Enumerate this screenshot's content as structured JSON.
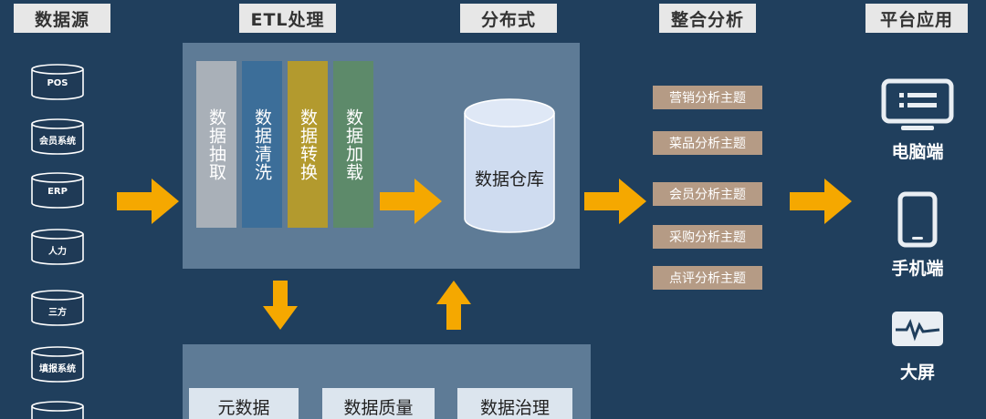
{
  "headers": {
    "sources": "数据源",
    "etl": "ETL处理",
    "distributed": "分布式",
    "analysis": "整合分析",
    "platform": "平台应用"
  },
  "sources": [
    "POS",
    "会员系统",
    "ERP",
    "人力",
    "三方",
    "填报系统"
  ],
  "etl_steps": [
    {
      "label": "数据抽取",
      "color": "#a9b0b8"
    },
    {
      "label": "数据清洗",
      "color": "#3c6e99"
    },
    {
      "label": "数据转换",
      "color": "#b39a2e"
    },
    {
      "label": "数据加载",
      "color": "#5d8a6a"
    }
  ],
  "warehouse": "数据仓库",
  "topics": [
    "营销分析主题",
    "菜品分析主题",
    "会员分析主题",
    "采购分析主题",
    "点评分析主题"
  ],
  "platforms": [
    {
      "label": "电脑端",
      "icon": "monitor-icon"
    },
    {
      "label": "手机端",
      "icon": "phone-icon"
    },
    {
      "label": "大屏",
      "icon": "dashboard-screen-icon"
    }
  ],
  "management": [
    "元数据",
    "数据质量",
    "数据治理"
  ],
  "colors": {
    "background": "#203f5d",
    "panel": "#5e7b96",
    "arrow": "#f5a800",
    "topic": "#b59b85",
    "header": "#e7e7e7"
  }
}
